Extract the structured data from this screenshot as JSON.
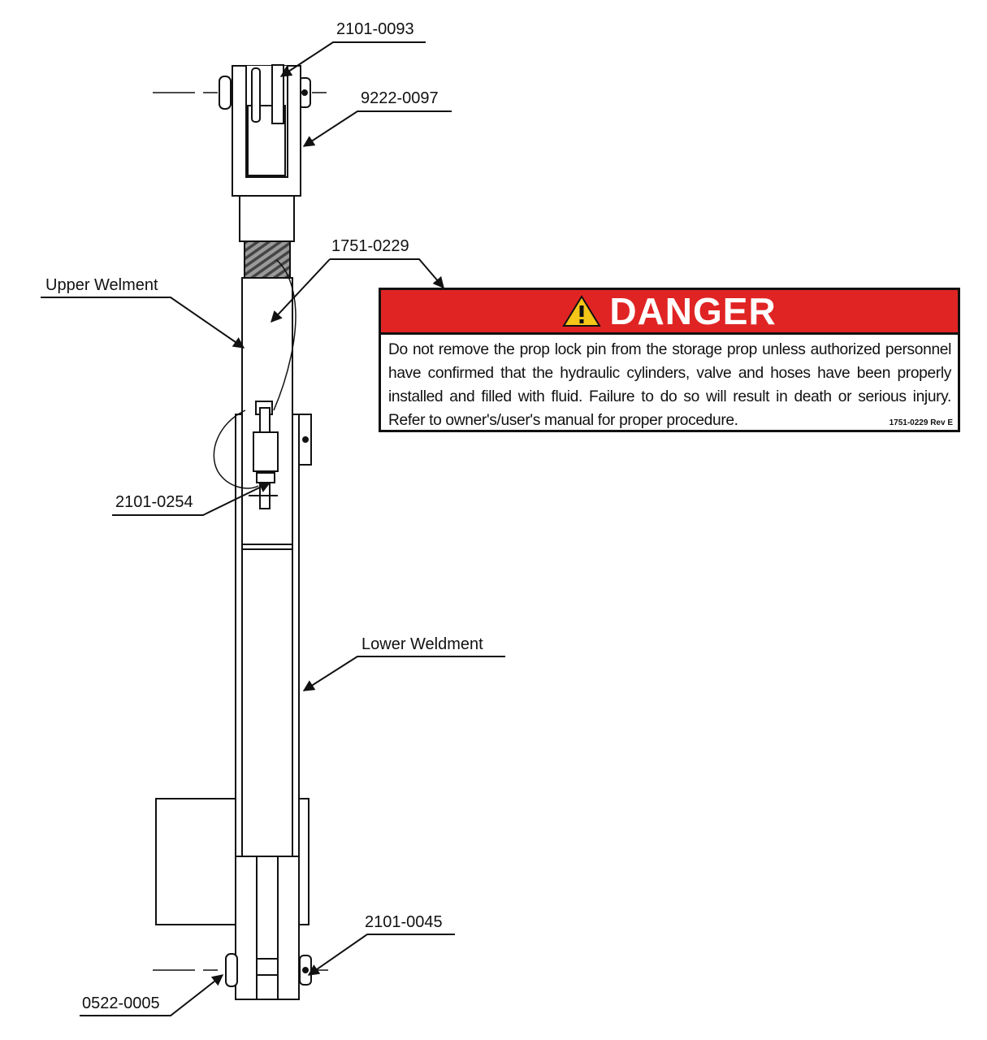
{
  "callouts": {
    "pin_top": "2101-0093",
    "clevis": "9222-0097",
    "decal": "1751-0229",
    "upper_weldment": "Upper Welment",
    "lock_pin": "2101-0254",
    "lower_weldment": "Lower Weldment",
    "pin_bottom": "2101-0045",
    "bottom_part": "0522-0005"
  },
  "danger_label": {
    "title": "DANGER",
    "text": "Do not remove the prop lock pin from the storage prop unless authorized personnel have confirmed that the hydraulic cylinders, valve and hoses have been properly installed and filled with fluid. Failure to do so will result in death or serious injury. Refer to owner's/user's manual for proper procedure.",
    "part_code": "1751-0229 Rev E",
    "colors": {
      "header": "#e02424",
      "warning_triangle": "#f5c518"
    },
    "icon": "warning-triangle-icon"
  }
}
